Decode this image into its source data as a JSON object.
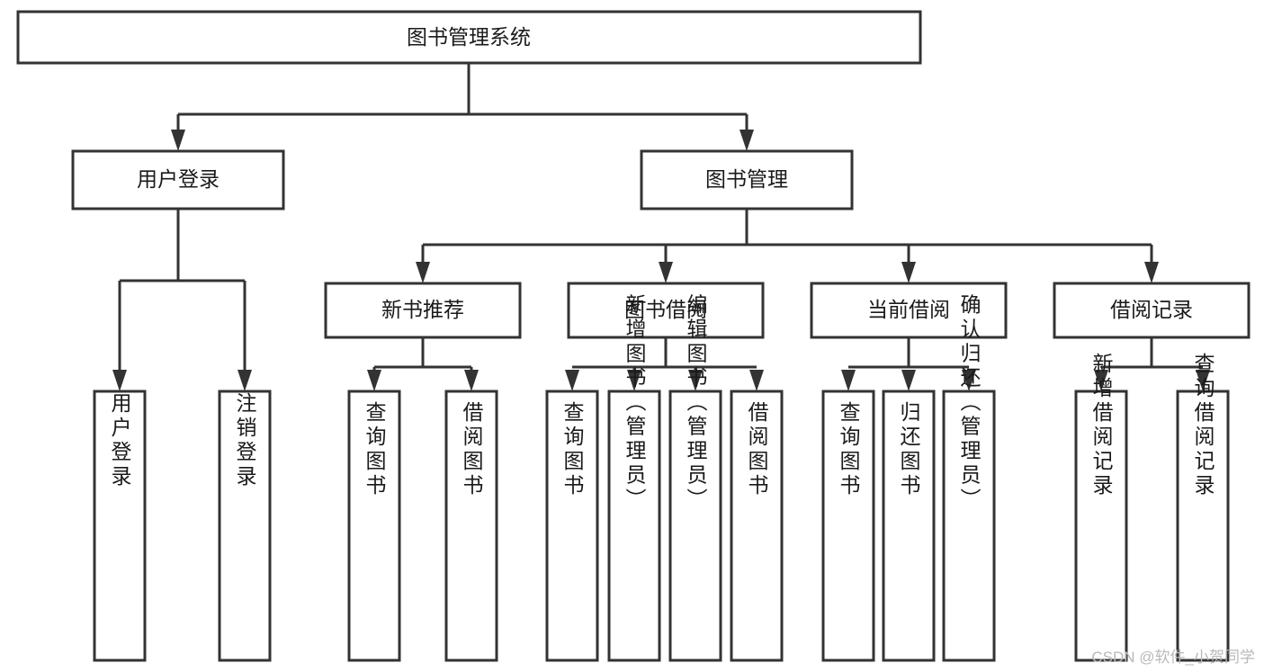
{
  "diagram": {
    "title": "图书管理系统",
    "type": "tree-hierarchy-flowchart",
    "orientation": "top-down",
    "colors": {
      "box_stroke": "#333333",
      "box_fill": "#ffffff",
      "connector": "#333333",
      "text": "#1a1a1a",
      "watermark": "#b9b9b9",
      "background": "#ffffff"
    },
    "levels": {
      "root": {
        "label": "图书管理系统"
      },
      "level2": [
        {
          "label": "用户登录"
        },
        {
          "label": "图书管理"
        }
      ],
      "level3": [
        {
          "label": "新书推荐"
        },
        {
          "label": "图书借阅"
        },
        {
          "label": "当前借阅"
        },
        {
          "label": "借阅记录"
        }
      ],
      "leaves_user_login": [
        {
          "label": "用户登录"
        },
        {
          "label": "注销登录"
        }
      ],
      "leaves_new_book": [
        {
          "label": "查询图书"
        },
        {
          "label": "借阅图书"
        }
      ],
      "leaves_borrow": [
        {
          "label": "查询图书"
        },
        {
          "label": "新增图书（管理员）"
        },
        {
          "label": "编辑图书（管理员）"
        },
        {
          "label": "借阅图书"
        }
      ],
      "leaves_current": [
        {
          "label": "查询图书"
        },
        {
          "label": "归还图书"
        },
        {
          "label": "确认归还（管理员）"
        }
      ],
      "leaves_records": [
        {
          "label": "新增借阅记录"
        },
        {
          "label": "查询借阅记录"
        }
      ]
    }
  },
  "watermark": {
    "text": "CSDN @软件_小贺同学"
  }
}
